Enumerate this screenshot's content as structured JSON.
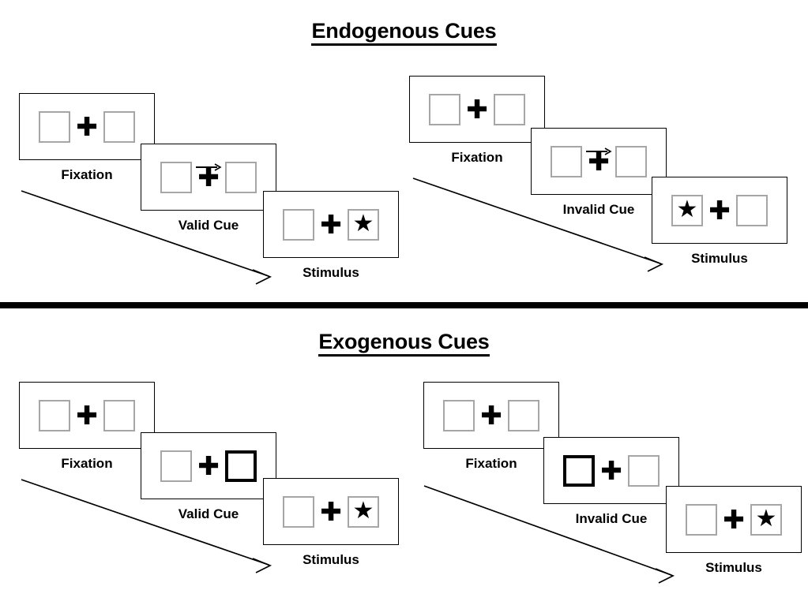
{
  "figure": {
    "background": "#ffffff",
    "outline_color": "#000000",
    "placeholder_border_color": "#a6a6a6",
    "cue_highlight_color": "#000000"
  },
  "sections": [
    {
      "id": "endogenous",
      "title": "Endogenous Cues",
      "cue_type": "central-arrow",
      "sequences": [
        {
          "id": "endogenous-valid",
          "validity": "valid",
          "frames": [
            {
              "caption": "Fixation",
              "cue": "none",
              "stimulus_side": "none",
              "arrow": "none"
            },
            {
              "caption": "Valid Cue",
              "cue": "arrow-right",
              "stimulus_side": "none",
              "arrow": "right"
            },
            {
              "caption": "Stimulus",
              "cue": "none",
              "stimulus_side": "right",
              "arrow": "none"
            }
          ]
        },
        {
          "id": "endogenous-invalid",
          "validity": "invalid",
          "frames": [
            {
              "caption": "Fixation",
              "cue": "none",
              "stimulus_side": "none",
              "arrow": "none"
            },
            {
              "caption": "Invalid Cue",
              "cue": "arrow-right",
              "stimulus_side": "none",
              "arrow": "right"
            },
            {
              "caption": "Stimulus",
              "cue": "none",
              "stimulus_side": "left",
              "arrow": "none"
            }
          ]
        }
      ]
    },
    {
      "id": "exogenous",
      "title": "Exogenous Cues",
      "cue_type": "peripheral-box",
      "sequences": [
        {
          "id": "exogenous-valid",
          "validity": "valid",
          "frames": [
            {
              "caption": "Fixation",
              "cue": "none",
              "stimulus_side": "none",
              "arrow": "none"
            },
            {
              "caption": "Valid Cue",
              "cue": "box-right",
              "stimulus_side": "none",
              "arrow": "none"
            },
            {
              "caption": "Stimulus",
              "cue": "none",
              "stimulus_side": "right",
              "arrow": "none"
            }
          ]
        },
        {
          "id": "exogenous-invalid",
          "validity": "invalid",
          "frames": [
            {
              "caption": "Fixation",
              "cue": "none",
              "stimulus_side": "none",
              "arrow": "none"
            },
            {
              "caption": "Invalid Cue",
              "cue": "box-left",
              "stimulus_side": "none",
              "arrow": "none"
            },
            {
              "caption": "Stimulus",
              "cue": "none",
              "stimulus_side": "right",
              "arrow": "none"
            }
          ]
        }
      ]
    }
  ],
  "glyphs": {
    "fixation_cross": "✚",
    "target_star": "★"
  }
}
